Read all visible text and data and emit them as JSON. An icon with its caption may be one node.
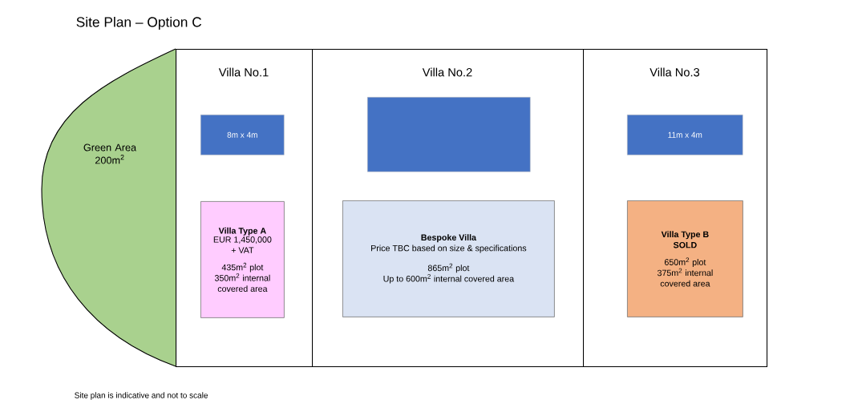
{
  "diagram": {
    "title": "Site Plan – Option C",
    "caption": "Site plan is indicative and not to scale",
    "nodes": [
      {
        "text": [
          "Green Area 200m$^{2}$"
        ]
      },
      {
        "text": [
          "Villa No.1"
        ]
      },
      {
        "text": [
          "8m x 4m"
        ],
        "in": 1
      },
      {
        "text": [
          "Villa Type A",
          "EUR 1,450,000 + VAT",
          "435m$^{2}$ plot 350m$^{2}$ internal covered area"
        ],
        "in": 1
      },
      {
        "text": [
          "Villa No.2"
        ]
      },
      {
        "text": [],
        "shape": "box",
        "in": 4
      },
      {
        "text": [
          "Bespoke Villa",
          "Price TBC based on size & specifications",
          "865m$^{2}$ plot",
          "Up to 600m$^{2}$ internal covered area"
        ],
        "in": 4
      },
      {
        "text": [
          "Villa No.3"
        ]
      },
      {
        "text": [
          "11m x 4m"
        ],
        "in": 7
      },
      {
        "text": [
          "Villa Type B SOLD",
          "650m$^{2}$ plot 375m$^{2}$ internal covered area"
        ],
        "in": 7
      }
    ]
  }
}
